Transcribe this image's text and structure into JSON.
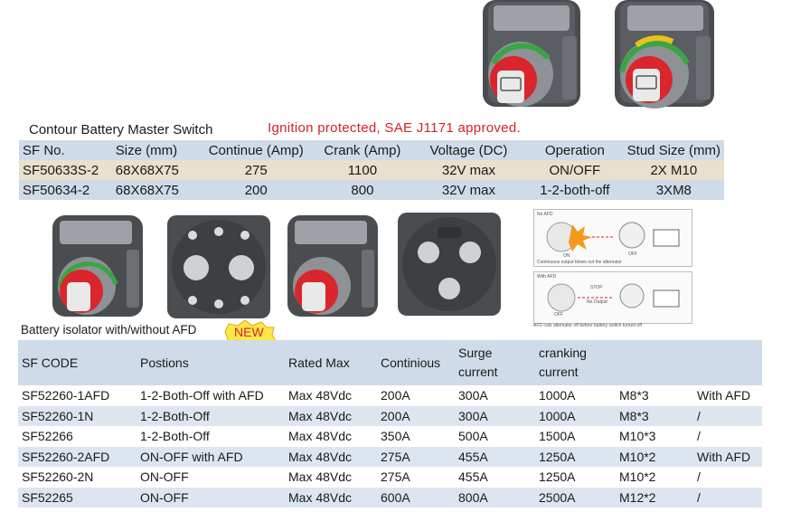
{
  "section1": {
    "title": "Contour Battery Master Switch",
    "note": "Ignition protected, SAE J1171 approved.",
    "headers": [
      "SF No.",
      "Size (mm)",
      "Continue (Amp)",
      "Crank (Amp)",
      "Voltage (DC)",
      "Operation",
      "Stud Size (mm)"
    ],
    "rows": [
      [
        "SF50633S-2",
        "68X68X75",
        "275",
        "1100",
        "32V max",
        "ON/OFF",
        "2X M10"
      ],
      [
        "SF50634-2",
        "68X68X75",
        "200",
        "800",
        "32V max",
        "1-2-both-off",
        "3XM8"
      ]
    ]
  },
  "section2": {
    "title": "Battery isolator with/without AFD",
    "badge": "NEW",
    "headers": [
      "SF CODE",
      "Postions",
      "Rated Max",
      "Continious",
      "Surge current",
      "cranking current",
      "",
      ""
    ],
    "rows": [
      [
        "SF52260-1AFD",
        "1-2-Both-Off with AFD",
        "Max 48Vdc",
        "200A",
        "300A",
        "1000A",
        "M8*3",
        "With AFD"
      ],
      [
        "SF52260-1N",
        "1-2-Both-Off",
        "Max 48Vdc",
        "200A",
        "300A",
        "1000A",
        "M8*3",
        "/"
      ],
      [
        "SF52266",
        "1-2-Both-Off",
        "Max 48Vdc",
        "350A",
        "500A",
        "1500A",
        "M10*3",
        "/"
      ],
      [
        "SF52260-2AFD",
        "ON-OFF with AFD",
        "Max 48Vdc",
        "275A",
        "455A",
        "1250A",
        "M10*2",
        "With AFD"
      ],
      [
        "SF52260-2N",
        "ON-OFF",
        "Max 48Vdc",
        "275A",
        "455A",
        "1250A",
        "M10*2",
        "/"
      ],
      [
        "SF52265",
        "ON-OFF",
        "Max 48Vdc",
        "600A",
        "800A",
        "2500A",
        "M12*2",
        "/"
      ]
    ]
  },
  "diagrams": {
    "top": {
      "label": "No AFD",
      "on": "ON",
      "off": "OFF",
      "caption": "Continuous output blows out the alternator"
    },
    "bottom": {
      "label": "With AFD",
      "stop": "STOP",
      "no_output": "No Output",
      "off": "OFF",
      "caption": "AFD cuts alternator off before battery switch turned off"
    }
  },
  "colors": {
    "header_blue": "#cfdbe9",
    "row_tan": "#e9e0cd",
    "accent_red": "#d2232a",
    "knob_red": "#d8262c",
    "housing": "#4a4d50"
  },
  "icons": [
    "battery-switch-icon",
    "switch-rear-icon",
    "new-badge-icon"
  ]
}
